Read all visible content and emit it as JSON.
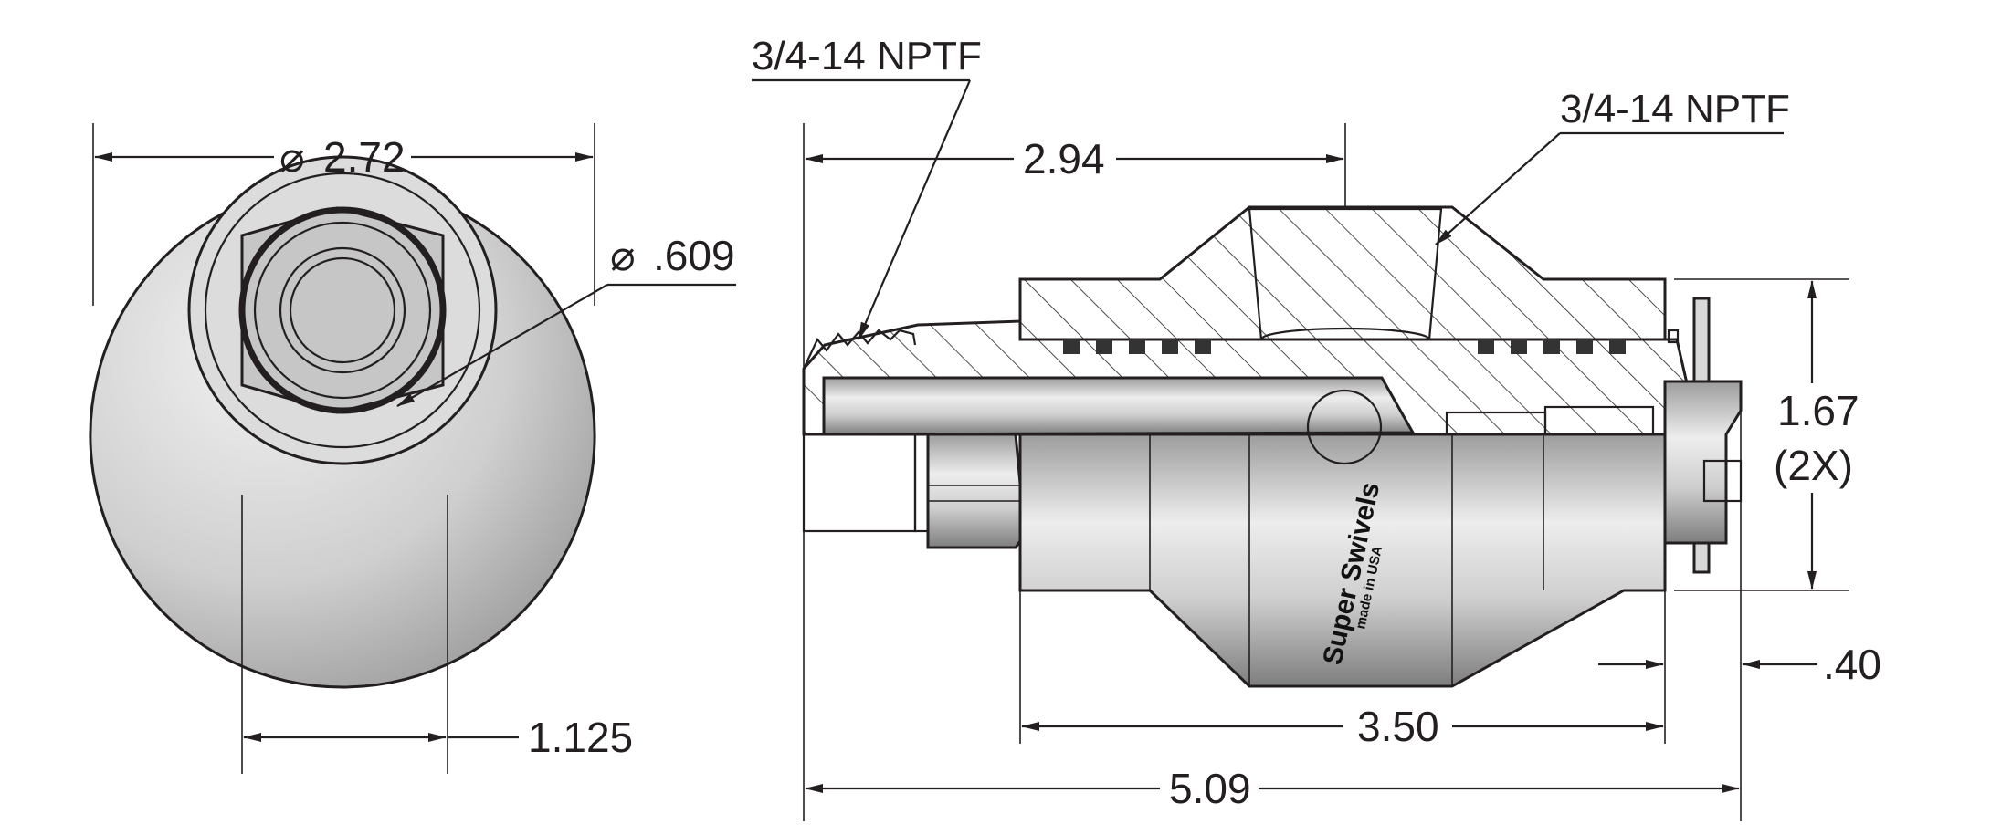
{
  "diagram": {
    "end_view": {
      "outer_diameter": "2.72",
      "bore_diameter": ".609",
      "hex_size": "1.125"
    },
    "side_view": {
      "inlet_thread": "3/4-14 NPTF",
      "outlet_thread": "3/4-14 NPTF",
      "outlet_offset": "2.94",
      "flange_height": "1.67",
      "flange_height_note": "(2X)",
      "body_length": "3.50",
      "flange_thickness": ".40",
      "overall_length": "5.09"
    },
    "brand": {
      "name": "Super Swivels",
      "tagline": "made in USA"
    },
    "symbols": {
      "diameter": "⌀"
    }
  }
}
